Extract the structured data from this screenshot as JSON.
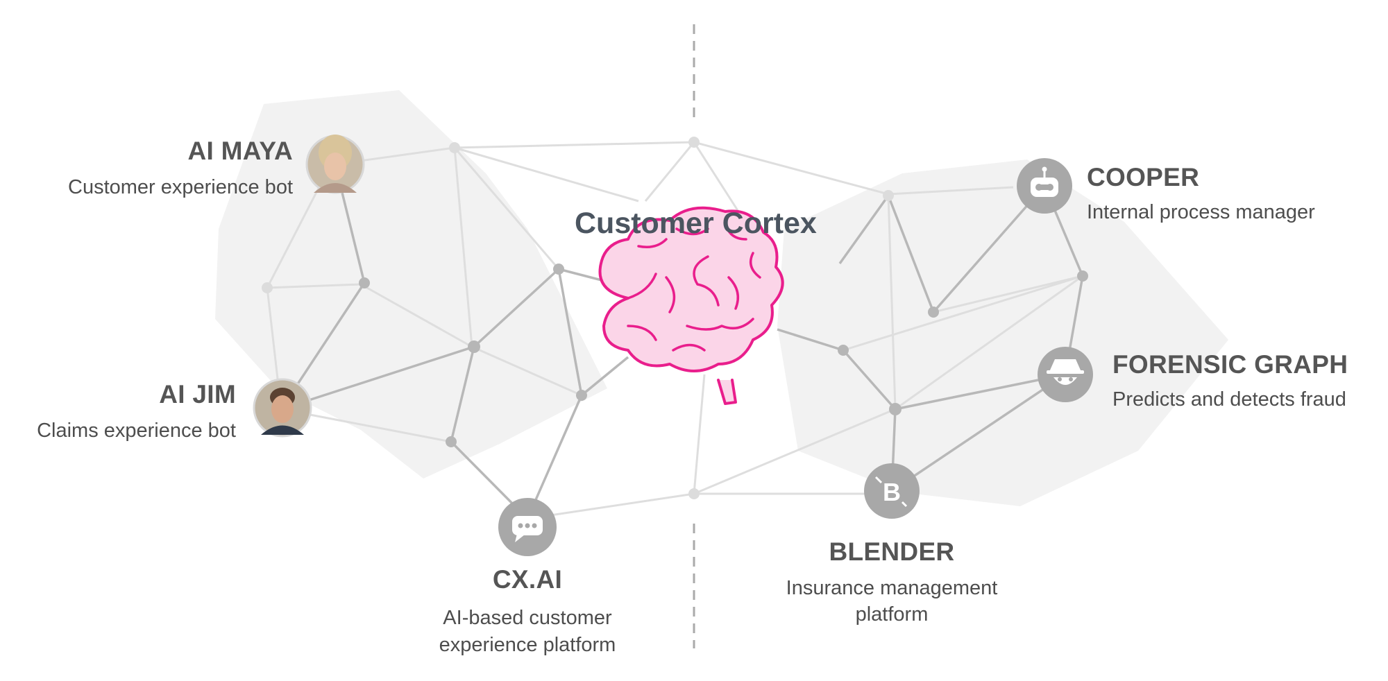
{
  "center": {
    "title": "Customer Cortex",
    "icon": "brain-icon",
    "color": "#e91e8c"
  },
  "nodes": {
    "ai_maya": {
      "name": "AI MAYA",
      "desc": "Customer experience bot",
      "icon": "avatar-photo"
    },
    "ai_jim": {
      "name": "AI JIM",
      "desc": "Claims experience bot",
      "icon": "avatar-photo"
    },
    "cxai": {
      "name": "CX.AI",
      "desc_line1": "AI-based customer",
      "desc_line2": "experience platform",
      "icon": "chat-bubble-icon"
    },
    "cooper": {
      "name": "COOPER",
      "desc": "Internal process manager",
      "icon": "robot-icon"
    },
    "forensic": {
      "name": "FORENSIC GRAPH",
      "desc": "Predicts and detects fraud",
      "icon": "spy-icon"
    },
    "blender": {
      "name": "BLENDER",
      "desc_line1": "Insurance management",
      "desc_line2": "platform",
      "icon": "blender-b-icon"
    }
  },
  "colors": {
    "network_line": "#bcbcbc",
    "network_line_light": "#dcdcdc",
    "region_fill": "#f1f1f1",
    "node_icon_bg": "#a8a8a8",
    "divider": "#aaaaaa"
  }
}
